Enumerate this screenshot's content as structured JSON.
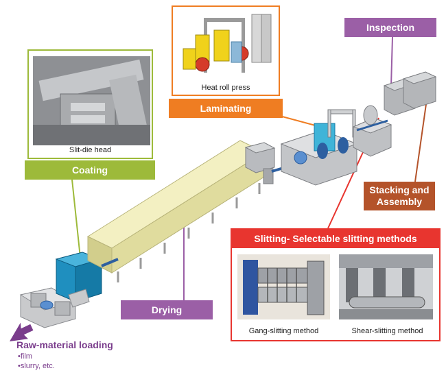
{
  "stages": {
    "inspection": "Inspection",
    "laminating": "Laminating",
    "coating": "Coating",
    "drying": "Drying",
    "stacking": "Stacking and Assembly",
    "slitting": "Slitting- Selectable slitting methods"
  },
  "captions": {
    "heat_roll_press": "Heat roll press",
    "slit_die_head": "Slit-die head",
    "gang_slitting": "Gang-slitting method",
    "shear_slitting": "Shear-slitting method"
  },
  "raw_material": {
    "title": "Raw-material loading",
    "items": [
      "•film",
      "•slurry, etc."
    ]
  },
  "colors": {
    "coating": "#9dba3a",
    "laminating": "#ef7d22",
    "inspection": "#9b5fa6",
    "drying": "#9b5fa6",
    "stacking": "#b4532a",
    "slitting": "#e8352f",
    "raw_text": "#7a3d8c"
  }
}
